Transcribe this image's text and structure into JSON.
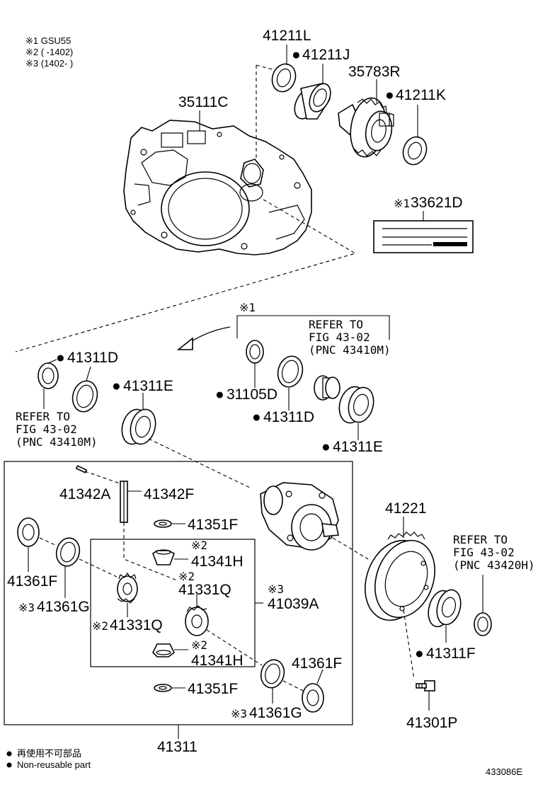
{
  "notes": {
    "line1": "※1 GSU55",
    "line2": "※2 (     -1402)",
    "line3": "※3 (1402-     )"
  },
  "labels": {
    "p41211L": "41211L",
    "p41211J": "41211J",
    "p35783R": "35783R",
    "p41211K": "41211K",
    "p35111C": "35111C",
    "p33621D": "33621D",
    "p33621D_prefix": "※1",
    "group_mark": "※1",
    "p41311D_a": "41311D",
    "p41311E_a": "41311E",
    "p31105D": "31105D",
    "p41311D_b": "41311D",
    "p41311E_b": "41311E",
    "p41342A": "41342A",
    "p41342F": "41342F",
    "p41351F_a": "41351F",
    "p41341H_a": "41341H",
    "p41341H_a_mark": "※2",
    "p41331Q_a": "41331Q",
    "p41331Q_a_mark": "※2",
    "p41039A": "41039A",
    "p41039A_mark": "※3",
    "p41361F_a": "41361F",
    "p41361G_a": "41361G",
    "p41361G_a_mark": "※3",
    "p41331Q_b": "41331Q",
    "p41331Q_b_mark": "※2",
    "p41341H_b": "41341H",
    "p41341H_b_mark": "※2",
    "p41351F_b": "41351F",
    "p41361F_b": "41361F",
    "p41361G_b": "41361G",
    "p41361G_b_mark": "※3",
    "p41221": "41221",
    "p41311F": "41311F",
    "p41301P": "41301P",
    "p41311": "41311"
  },
  "refs": {
    "top_line1": "REFER TO",
    "top_line2": "FIG 43-02",
    "top_line3": "(PNC 43410M)",
    "left_line1": "REFER TO",
    "left_line2": "FIG 43-02",
    "left_line3": "(PNC 43410M)",
    "right_line1": "REFER TO",
    "right_line2": "FIG 43-02",
    "right_line3": "(PNC 43420H)"
  },
  "legend": {
    "line1": "再使用不可部品",
    "line2": "Non-reusable part"
  },
  "figure_number": "433086E",
  "marker_symbol": "●"
}
